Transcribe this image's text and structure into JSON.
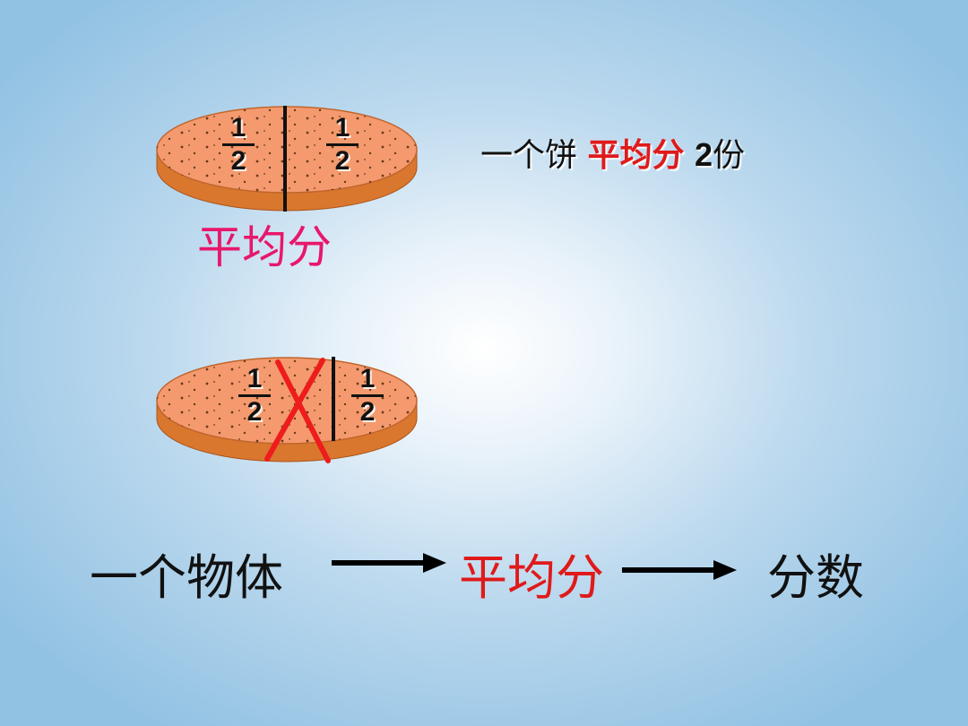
{
  "top_cake": {
    "left_fraction": {
      "numerator": "1",
      "denominator": "2"
    },
    "right_fraction": {
      "numerator": "1",
      "denominator": "2"
    },
    "caption": "平均分"
  },
  "statement": {
    "part1": "一个饼",
    "highlight": "平均分",
    "count": "2",
    "unit": "份"
  },
  "bottom_cake": {
    "left_fraction": {
      "numerator": "1",
      "denominator": "2"
    },
    "right_fraction": {
      "numerator": "1",
      "denominator": "2"
    }
  },
  "flow": {
    "step1": "一个物体",
    "step2": "平均分",
    "step3": "分数"
  },
  "colors": {
    "highlight_red": "#e01a1a",
    "caption_pink": "#e8176b",
    "cake_top": "#f49a6e",
    "cake_side": "#d9772e"
  }
}
